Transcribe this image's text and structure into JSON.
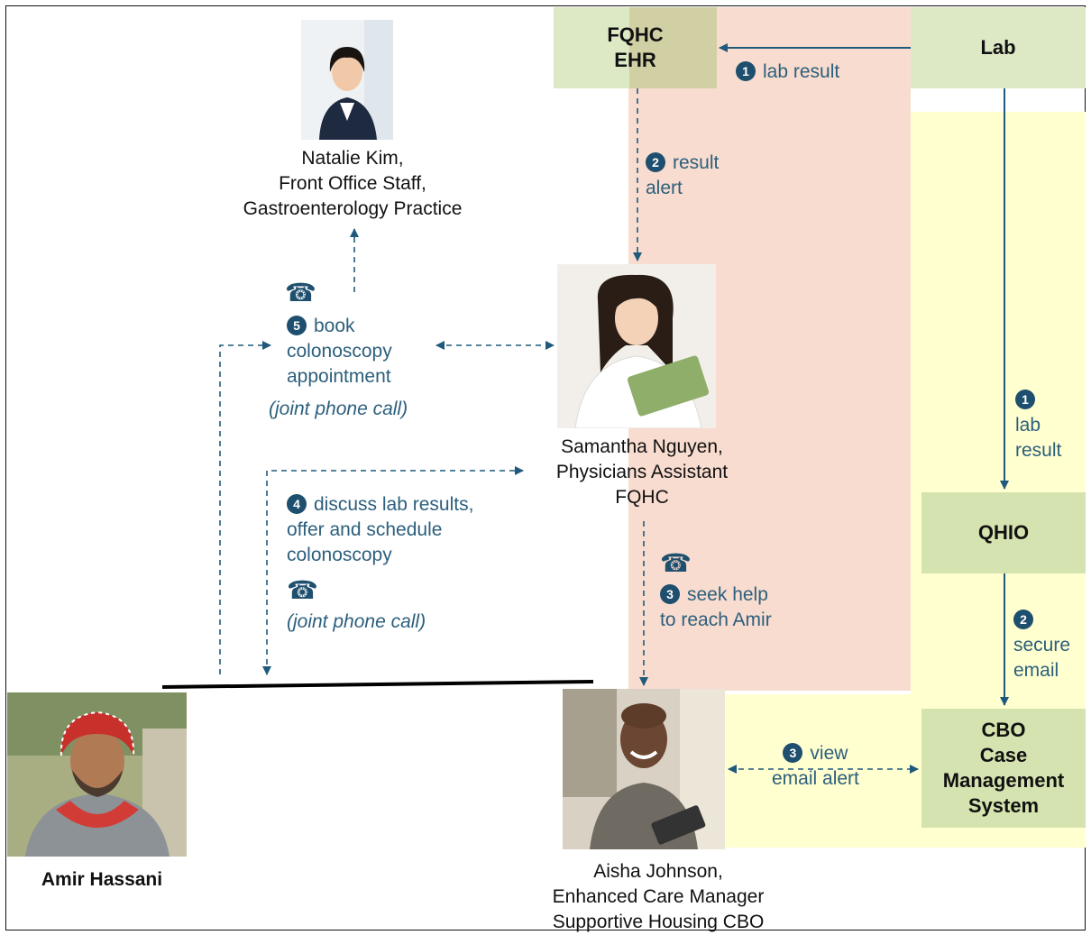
{
  "colors": {
    "ehr_zone": "#f8dccf",
    "lab_zone": "#ffffd0",
    "box_green": "#dde8c5",
    "box_green_dark": "#d4e3af",
    "arrow": "#1f5a7c",
    "text_flow": "#2c5f7c"
  },
  "boxes": {
    "fqhc_ehr": "FQHC\nEHR",
    "lab": "Lab",
    "qhio": "QHIO",
    "cbo_case_mgmt": "CBO\nCase\nManagement\nSystem"
  },
  "people": {
    "natalie": "Natalie Kim,\nFront Office Staff,\nGastroenterology Practice",
    "samantha": "Samantha Nguyen,\nPhysicians Assistant\nFQHC",
    "aisha": "Aisha Johnson,\nEnhanced Care Manager\nSupportive Housing CBO",
    "amir": "Amir Hassani"
  },
  "flows": {
    "lab_result_top": {
      "num": "1",
      "text": "lab result"
    },
    "result_alert": {
      "num": "2",
      "line1": "result",
      "line2": "alert"
    },
    "lab_result_right": {
      "num": "1",
      "line1": "lab",
      "line2": "result"
    },
    "secure_email": {
      "num": "2",
      "line1": "secure",
      "line2": "email"
    },
    "view_email": {
      "num": "3",
      "line1": "view",
      "line2": "email alert"
    },
    "seek_help": {
      "num": "3",
      "line1": "seek help",
      "line2": "to reach Amir"
    },
    "discuss": {
      "num": "4",
      "line1": "discuss lab results,",
      "line2": "offer and schedule",
      "line3": "colonoscopy",
      "line4": "(joint phone call)"
    },
    "book": {
      "num": "5",
      "line1": "book",
      "line2": "colonoscopy",
      "line3": "appointment",
      "line4": "(joint phone call)"
    }
  },
  "icons": {
    "phone": "telephone-icon",
    "phone_glyph": "☎"
  }
}
